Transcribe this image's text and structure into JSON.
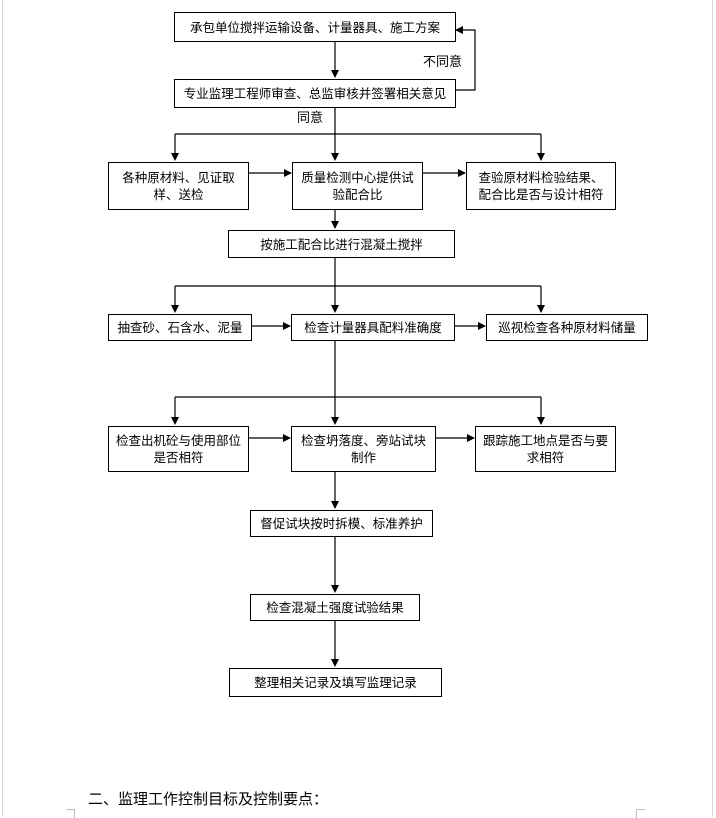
{
  "flowchart": {
    "nodes": {
      "n1": "承包单位搅拌运输设备、计量器具、施工方案",
      "n2": "专业监理工程师审查、总监审核并签署相关意见",
      "n3": "各种原材料、见证取样、送检",
      "n4": "质量检测中心提供试验配合比",
      "n5": "查验原材料检验结果、配合比是否与设计相符",
      "n6": "按施工配合比进行混凝土搅拌",
      "n7": "抽查砂、石含水、泥量",
      "n8": "检查计量器具配料准确度",
      "n9": "巡视检查各种原材料储量",
      "n10": "检查出机砼与使用部位是否相符",
      "n11": "检查坍落度、旁站试块制作",
      "n12": "跟踪施工地点是否与要求相符",
      "n13": "督促试块按时拆模、标准养护",
      "n14": "检查混凝土强度试验结果",
      "n15": "整理相关记录及填写监理记录"
    },
    "labels": {
      "disagree": "不同意",
      "agree": "同意"
    }
  },
  "section_heading": "二、监理工作控制目标及控制要点："
}
